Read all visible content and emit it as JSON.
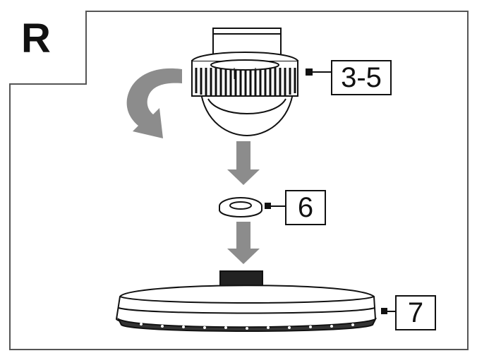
{
  "step_letter": "R",
  "callouts": {
    "part_3_5": "3-5",
    "part_6": "6",
    "part_7": "7"
  },
  "colors": {
    "line": "#111111",
    "arrow": "#8c8c8c",
    "background": "#ffffff"
  }
}
